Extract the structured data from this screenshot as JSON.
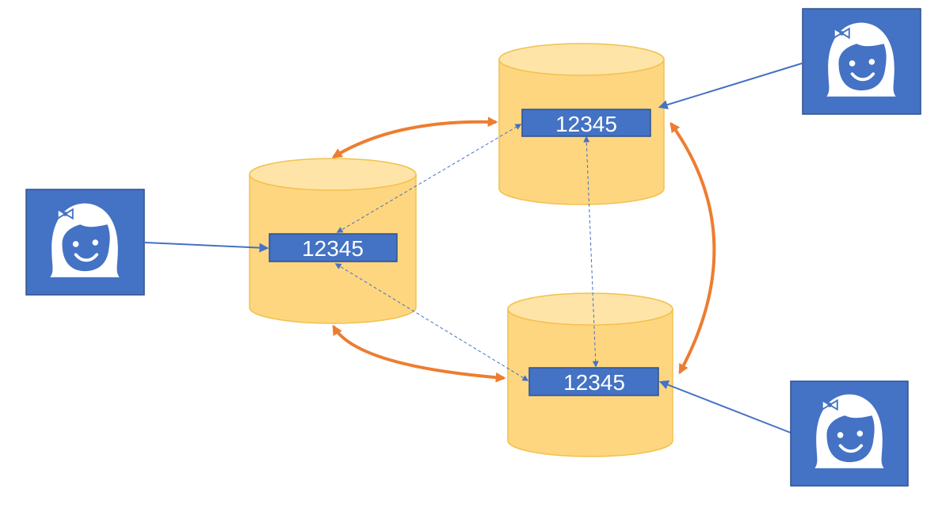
{
  "colors": {
    "cylinder_fill": "#ffd680",
    "cylinder_top": "#ffe4a8",
    "cylinder_stroke": "#f2c14e",
    "record_fill": "#4472c4",
    "record_stroke": "#2f528f",
    "user_tile": "#4472c4",
    "replication_arrow": "#ed7d31",
    "user_arrow": "#4472c4",
    "dashed_arrow": "#4472c4"
  },
  "nodes": {
    "left": {
      "value": "12345"
    },
    "top_right": {
      "value": "12345"
    },
    "bottom_right": {
      "value": "12345"
    }
  },
  "users": [
    {
      "icon": "girl-face-icon"
    },
    {
      "icon": "girl-face-icon"
    },
    {
      "icon": "girl-face-icon"
    }
  ]
}
